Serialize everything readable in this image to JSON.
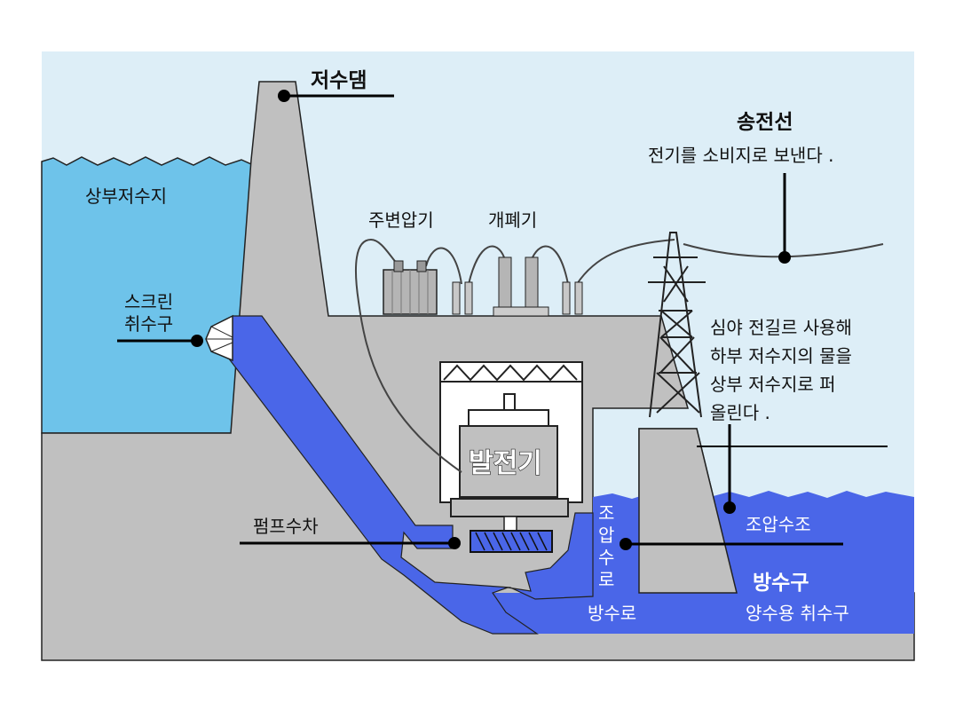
{
  "colors": {
    "sky": "#ddeef7",
    "ground": "#c0c0c0",
    "upper_reservoir": "#6ec3ea",
    "water_channel": "#4a66e8",
    "structure_outline": "#000000"
  },
  "labels": {
    "dam": "저수댐",
    "upper_reservoir": "상부저수지",
    "transmission_line": "송전선",
    "transmission_desc": "전기를 소비지로 보낸다 .",
    "transformer": "주변압기",
    "switchgear": "개폐기",
    "screen": "스크린",
    "intake": "취수구",
    "night_power": [
      "심야 전길르 사용해",
      "하부 저수지의 물을",
      "상부 저수지로 퍼",
      "올린다 ."
    ],
    "generator": "발전기",
    "pump_turbine": "펌프수차",
    "surge_channel": [
      "조",
      "압",
      "수",
      "로"
    ],
    "surge_tank": "조압수조",
    "outlet": "방수구",
    "tailrace": "방수로",
    "pumping_intake": "양수용 취수구"
  }
}
